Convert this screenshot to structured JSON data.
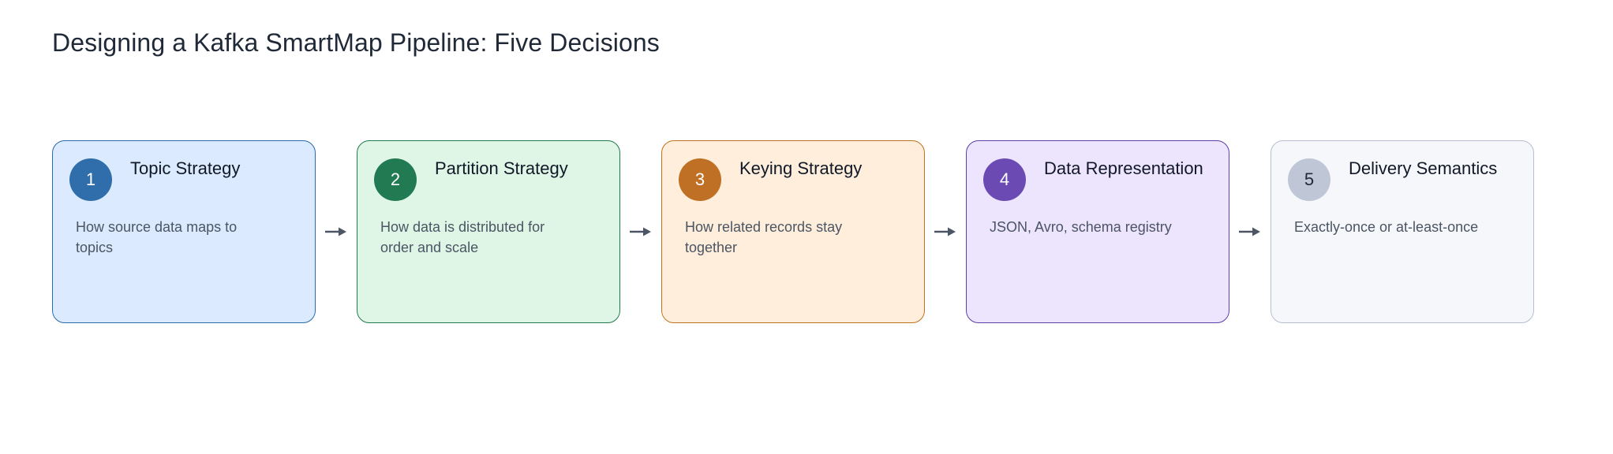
{
  "title": "Designing a Kafka SmartMap Pipeline: Five Decisions",
  "steps": [
    {
      "number": "1",
      "title": "Topic Strategy",
      "description": "How source data maps to topics",
      "colors": {
        "fill": "#dbeafe",
        "border": "#2b6aa8",
        "badge": "#2f6eaa",
        "badge_text": "#ffffff"
      }
    },
    {
      "number": "2",
      "title": "Partition Strategy",
      "description": "How data is distributed for order and scale",
      "colors": {
        "fill": "#dff6e6",
        "border": "#217a4f",
        "badge": "#217a52",
        "badge_text": "#ffffff"
      }
    },
    {
      "number": "3",
      "title": "Keying Strategy",
      "description": "How related records stay together",
      "colors": {
        "fill": "#feeedb",
        "border": "#bf7320",
        "badge": "#c07024",
        "badge_text": "#ffffff"
      }
    },
    {
      "number": "4",
      "title": "Data Representation",
      "description": "JSON, Avro, schema registry",
      "colors": {
        "fill": "#ede4fd",
        "border": "#5b3fa8",
        "badge": "#6b4bb3",
        "badge_text": "#ffffff"
      }
    },
    {
      "number": "5",
      "title": "Delivery Semantics",
      "description": "Exactly-once or at-least-once",
      "colors": {
        "fill": "#f6f7fb",
        "border": "#b7bed0",
        "badge": "#bfc7d6",
        "badge_text": "#1f2937"
      }
    }
  ],
  "arrow_color": "#4b5563",
  "arrow_icon": "arrow-right-icon"
}
